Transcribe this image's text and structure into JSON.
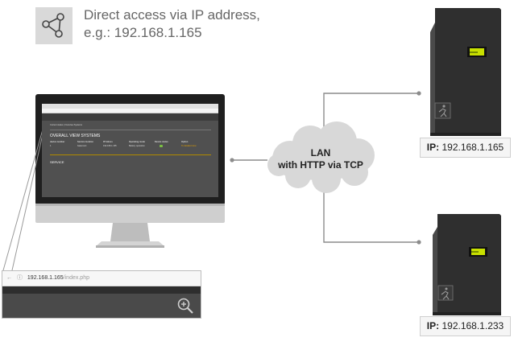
{
  "header": {
    "icon": "network-share-icon",
    "line1": "Direct access via IP address,",
    "line2": "e.g.:  192.168.1.165"
  },
  "cloud": {
    "line1": "LAN",
    "line2": "with HTTP via TCP"
  },
  "devices": [
    {
      "ip_label": "IP:",
      "ip_value": "192.168.1.165",
      "icon": "emergency-exit-icon"
    },
    {
      "ip_label": "IP:",
      "ip_value": "192.168.1.233",
      "icon": "emergency-exit-icon"
    }
  ],
  "screen": {
    "breadcrumb": "Current status | Overview Systems",
    "section_title": "OVERALL VIEW SYSTEMS",
    "columns": [
      "device number",
      "Service location",
      "IP Adress",
      "Operating mode",
      "Device status",
      "Option"
    ],
    "row": [
      "1",
      "basement",
      "192.168.1.165",
      "Battery operation",
      "",
      "To detailed view"
    ],
    "service_title": "SERVICE",
    "status_color": "#7bc043",
    "option_color": "#e3a100"
  },
  "zoom": {
    "host": "192.168.1.165",
    "path": "/index.php",
    "icon": "zoom-in-icon"
  },
  "colors": {
    "monitor_frame": "#1f1f1f",
    "monitor_stand": "#c8c8c8",
    "cloud": "#d8d8d8",
    "device_body": "#2f2f2f",
    "device_display": "#c8e000",
    "connector_line": "#8c8c8c"
  }
}
